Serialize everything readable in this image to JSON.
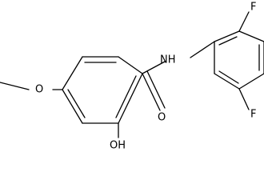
{
  "atoms": {
    "f_top": "F",
    "f_bottom": "F",
    "nh": "NH",
    "carbonyl_o": "O",
    "hydroxyl": "OH",
    "methoxy_o": "O"
  },
  "colors": {
    "bond": "#000000",
    "text": "#000000",
    "background": "#ffffff"
  }
}
